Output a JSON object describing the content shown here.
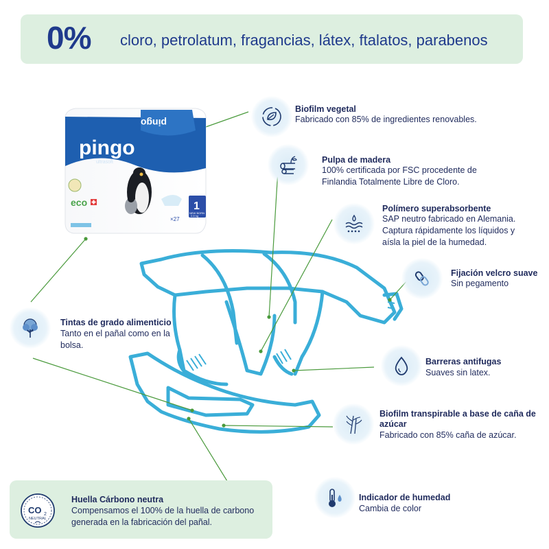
{
  "banner": {
    "percent": "0%",
    "text": "cloro, petrolatum, fragancias, látex, ftalatos, parabenos"
  },
  "package": {
    "brand": "pingo",
    "sub": "ultrasoft",
    "brand_flipped": "pingo",
    "eco": "eco",
    "size": "1",
    "size_label": "NEW BORN",
    "weight": "2-5 kg",
    "count": "×27"
  },
  "features": [
    {
      "title": "Biofilm vegetal",
      "desc": [
        "Fabricado con 85% de ingredientes renovables."
      ],
      "icon": "leaf-recycle-icon"
    },
    {
      "title": "Pulpa de madera",
      "desc": [
        "100% certificada por FSC procedente de",
        "Finlandia Totalmente Libre de Cloro."
      ],
      "icon": "wood-logs-icon"
    },
    {
      "title": "Polímero superabsorbente",
      "desc": [
        "SAP neutro fabricado en Alemania.",
        "Captura rápidamente los líquidos y",
        "aísla la piel de la humedad."
      ],
      "icon": "water-absorb-icon"
    },
    {
      "title": "Fijación velcro suave",
      "desc": [
        "Sin pegamento"
      ],
      "icon": "velcro-link-icon"
    },
    {
      "title": "Tintas de grado alimenticio",
      "desc": [
        "Tanto en el pañal como en la",
        "bolsa."
      ],
      "icon": "tree-icon"
    },
    {
      "title": "Barreras antifugas",
      "desc": [
        "Suaves sin latex."
      ],
      "icon": "water-drop-icon"
    },
    {
      "title": "Biofilm transpirable a base de caña de",
      "title2": "azúcar",
      "desc": [
        "Fabricado con 85% caña de azúcar."
      ],
      "icon": "sugarcane-icon"
    },
    {
      "title": "Indicador de humedad",
      "desc": [
        "Cambia de color"
      ],
      "icon": "thermometer-drop-icon"
    }
  ],
  "carbon": {
    "title": "Huella Cárbono neutra",
    "desc": [
      "Compensamos el 100% de la huella de carbono",
      "generada en la fabricación del pañal."
    ],
    "badge_main": "CO",
    "badge_sub": "2",
    "badge_label": "NEUTRAL",
    "icon": "co2-neutral-icon"
  },
  "colors": {
    "navy": "#1f2a5c",
    "brand_blue": "#1f3a8c",
    "diaper_line": "#3aaed8",
    "leader_green": "#4a9a3c",
    "banner_bg": "#ddefe0"
  }
}
